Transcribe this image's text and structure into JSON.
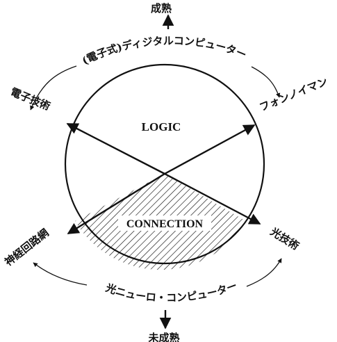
{
  "top_label": "成熟",
  "bottom_label": "未成熟",
  "upper_left_label": "電子技術",
  "upper_right_label": "フォンノイマン",
  "lower_left_label": "神経回路網",
  "lower_right_label": "光技術",
  "upper_arc_label": "(電子式)ディジタルコンピューター",
  "lower_arc_label": "光ニューロ・コンピューター",
  "upper_region_label": "LOGIC",
  "lower_region_label": "CONNECTION"
}
